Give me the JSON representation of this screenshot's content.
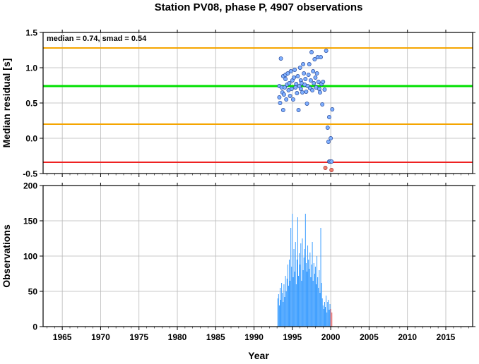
{
  "title": "Station PV08, phase P, 4907 observations",
  "colors": {
    "median_line": "#00e000",
    "smad_line": "#f5a500",
    "threshold_line": "#ee2222",
    "point_fill": "#7fb0ff",
    "point_stroke": "#2a4a9a",
    "point_low_fill": "#f08070",
    "point_low_stroke": "#a03030",
    "bar_fill": "#3399ff",
    "bar_low_fill": "#e05050",
    "grid": "#b8b8b8"
  },
  "chart_data": [
    {
      "type": "scatter",
      "annotation": "median = 0.74, smad = 0.54",
      "ylabel": "Median residual [s]",
      "xlabel": "",
      "xlim": [
        1962.5,
        2018.5
      ],
      "ylim": [
        -0.5,
        1.5
      ],
      "yticks": [
        -0.5,
        0.0,
        0.5,
        1.0,
        1.5
      ],
      "ytick_labels": [
        "-0.5",
        "0.0",
        "0.5",
        "1.0",
        "1.5"
      ],
      "grid": true,
      "reference_lines": [
        {
          "role": "median",
          "y": 0.74
        },
        {
          "role": "smad-upper",
          "y": 1.28
        },
        {
          "role": "smad-lower",
          "y": 0.2
        },
        {
          "role": "threshold",
          "y": -0.34
        }
      ],
      "points": [
        [
          1993.3,
          0.74
        ],
        [
          1993.3,
          0.58
        ],
        [
          1993.4,
          0.5
        ],
        [
          1993.5,
          1.13
        ],
        [
          1993.6,
          0.72
        ],
        [
          1993.7,
          0.65
        ],
        [
          1993.8,
          0.4
        ],
        [
          1993.8,
          0.88
        ],
        [
          1993.9,
          0.62
        ],
        [
          1994.0,
          0.72
        ],
        [
          1994.1,
          0.9
        ],
        [
          1994.1,
          0.84
        ],
        [
          1994.2,
          0.55
        ],
        [
          1994.3,
          0.76
        ],
        [
          1994.4,
          0.92
        ],
        [
          1994.5,
          0.68
        ],
        [
          1994.6,
          0.78
        ],
        [
          1994.7,
          0.6
        ],
        [
          1994.8,
          0.95
        ],
        [
          1994.9,
          0.7
        ],
        [
          1995.0,
          0.82
        ],
        [
          1995.1,
          0.55
        ],
        [
          1995.2,
          0.86
        ],
        [
          1995.3,
          0.97
        ],
        [
          1995.4,
          0.72
        ],
        [
          1995.5,
          0.77
        ],
        [
          1995.6,
          0.64
        ],
        [
          1995.7,
          0.88
        ],
        [
          1995.8,
          0.4
        ],
        [
          1995.9,
          0.74
        ],
        [
          1996.0,
          1.0
        ],
        [
          1996.1,
          0.82
        ],
        [
          1996.1,
          0.7
        ],
        [
          1996.2,
          0.78
        ],
        [
          1996.3,
          0.65
        ],
        [
          1996.4,
          1.05
        ],
        [
          1996.5,
          0.92
        ],
        [
          1996.6,
          0.76
        ],
        [
          1996.7,
          0.84
        ],
        [
          1996.8,
          0.66
        ],
        [
          1996.9,
          0.49
        ],
        [
          1997.0,
          0.74
        ],
        [
          1997.1,
          0.9
        ],
        [
          1997.2,
          1.05
        ],
        [
          1997.3,
          0.71
        ],
        [
          1997.4,
          0.82
        ],
        [
          1997.5,
          1.22
        ],
        [
          1997.6,
          0.68
        ],
        [
          1997.7,
          0.95
        ],
        [
          1997.8,
          0.78
        ],
        [
          1997.9,
          1.12
        ],
        [
          1998.0,
          0.86
        ],
        [
          1998.1,
          0.72
        ],
        [
          1998.2,
          0.92
        ],
        [
          1998.3,
          1.15
        ],
        [
          1998.4,
          0.8
        ],
        [
          1998.5,
          0.7
        ],
        [
          1998.6,
          0.65
        ],
        [
          1998.7,
          1.15
        ],
        [
          1998.8,
          0.77
        ],
        [
          1998.9,
          0.48
        ],
        [
          1999.0,
          0.8
        ],
        [
          1999.2,
          0.69
        ],
        [
          1999.4,
          1.24
        ],
        [
          1999.6,
          0.15
        ],
        [
          1999.7,
          -0.05
        ],
        [
          1999.8,
          0.3
        ],
        [
          1999.8,
          -0.33
        ],
        [
          1999.9,
          -0.33
        ],
        [
          2000.0,
          0.0
        ],
        [
          2000.1,
          -0.33
        ],
        [
          2000.2,
          0.41
        ]
      ],
      "low_points": [
        [
          1999.3,
          -0.42
        ],
        [
          2000.1,
          -0.45
        ]
      ]
    },
    {
      "type": "bar",
      "xlabel": "Year",
      "ylabel": "Observations",
      "xlim": [
        1962.5,
        2018.5
      ],
      "ylim": [
        0,
        200
      ],
      "yticks": [
        0,
        50,
        100,
        150,
        200
      ],
      "ytick_labels": [
        "0",
        "50",
        "100",
        "150",
        "200"
      ],
      "xticks": [
        1965,
        1970,
        1975,
        1980,
        1985,
        1990,
        1995,
        2000,
        2005,
        2010,
        2015
      ],
      "xtick_labels": [
        "1965",
        "1970",
        "1975",
        "1980",
        "1985",
        "1990",
        "1995",
        "2000",
        "2005",
        "2010",
        "2015"
      ],
      "grid": true,
      "bars": [
        [
          1993.1,
          40
        ],
        [
          1993.2,
          46
        ],
        [
          1993.3,
          30
        ],
        [
          1993.4,
          55
        ],
        [
          1993.5,
          38
        ],
        [
          1993.6,
          62
        ],
        [
          1993.7,
          48
        ],
        [
          1993.8,
          35
        ],
        [
          1993.9,
          60
        ],
        [
          1994.0,
          42
        ],
        [
          1994.1,
          72
        ],
        [
          1994.2,
          50
        ],
        [
          1994.3,
          68
        ],
        [
          1994.4,
          88
        ],
        [
          1994.5,
          58
        ],
        [
          1994.6,
          95
        ],
        [
          1994.7,
          65
        ],
        [
          1994.8,
          140
        ],
        [
          1994.9,
          85
        ],
        [
          1995.0,
          160
        ],
        [
          1995.1,
          70
        ],
        [
          1995.2,
          110
        ],
        [
          1995.3,
          78
        ],
        [
          1995.4,
          120
        ],
        [
          1995.5,
          60
        ],
        [
          1995.6,
          95
        ],
        [
          1995.7,
          155
        ],
        [
          1995.8,
          72
        ],
        [
          1995.9,
          104
        ],
        [
          1996.0,
          88
        ],
        [
          1996.1,
          118
        ],
        [
          1996.2,
          65
        ],
        [
          1996.3,
          125
        ],
        [
          1996.4,
          80
        ],
        [
          1996.5,
          98
        ],
        [
          1996.6,
          110
        ],
        [
          1996.7,
          160
        ],
        [
          1996.8,
          90
        ],
        [
          1996.9,
          78
        ],
        [
          1997.0,
          115
        ],
        [
          1997.1,
          95
        ],
        [
          1997.2,
          82
        ],
        [
          1997.3,
          105
        ],
        [
          1997.4,
          70
        ],
        [
          1997.5,
          88
        ],
        [
          1997.6,
          120
        ],
        [
          1997.7,
          65
        ],
        [
          1997.8,
          90
        ],
        [
          1997.9,
          75
        ],
        [
          1998.0,
          85
        ],
        [
          1998.1,
          60
        ],
        [
          1998.2,
          100
        ],
        [
          1998.3,
          70
        ],
        [
          1998.4,
          55
        ],
        [
          1998.5,
          80
        ],
        [
          1998.6,
          48
        ],
        [
          1998.7,
          140
        ],
        [
          1998.8,
          62
        ],
        [
          1998.9,
          40
        ],
        [
          1999.0,
          30
        ],
        [
          1999.1,
          25
        ],
        [
          1999.2,
          35
        ],
        [
          1999.3,
          28
        ],
        [
          1999.4,
          44
        ],
        [
          1999.5,
          20
        ],
        [
          1999.6,
          35
        ],
        [
          1999.7,
          38
        ],
        [
          1999.8,
          24
        ],
        [
          1999.9,
          32
        ]
      ],
      "low_bars": [
        [
          2000.0,
          25
        ],
        [
          2000.15,
          20
        ]
      ]
    }
  ]
}
